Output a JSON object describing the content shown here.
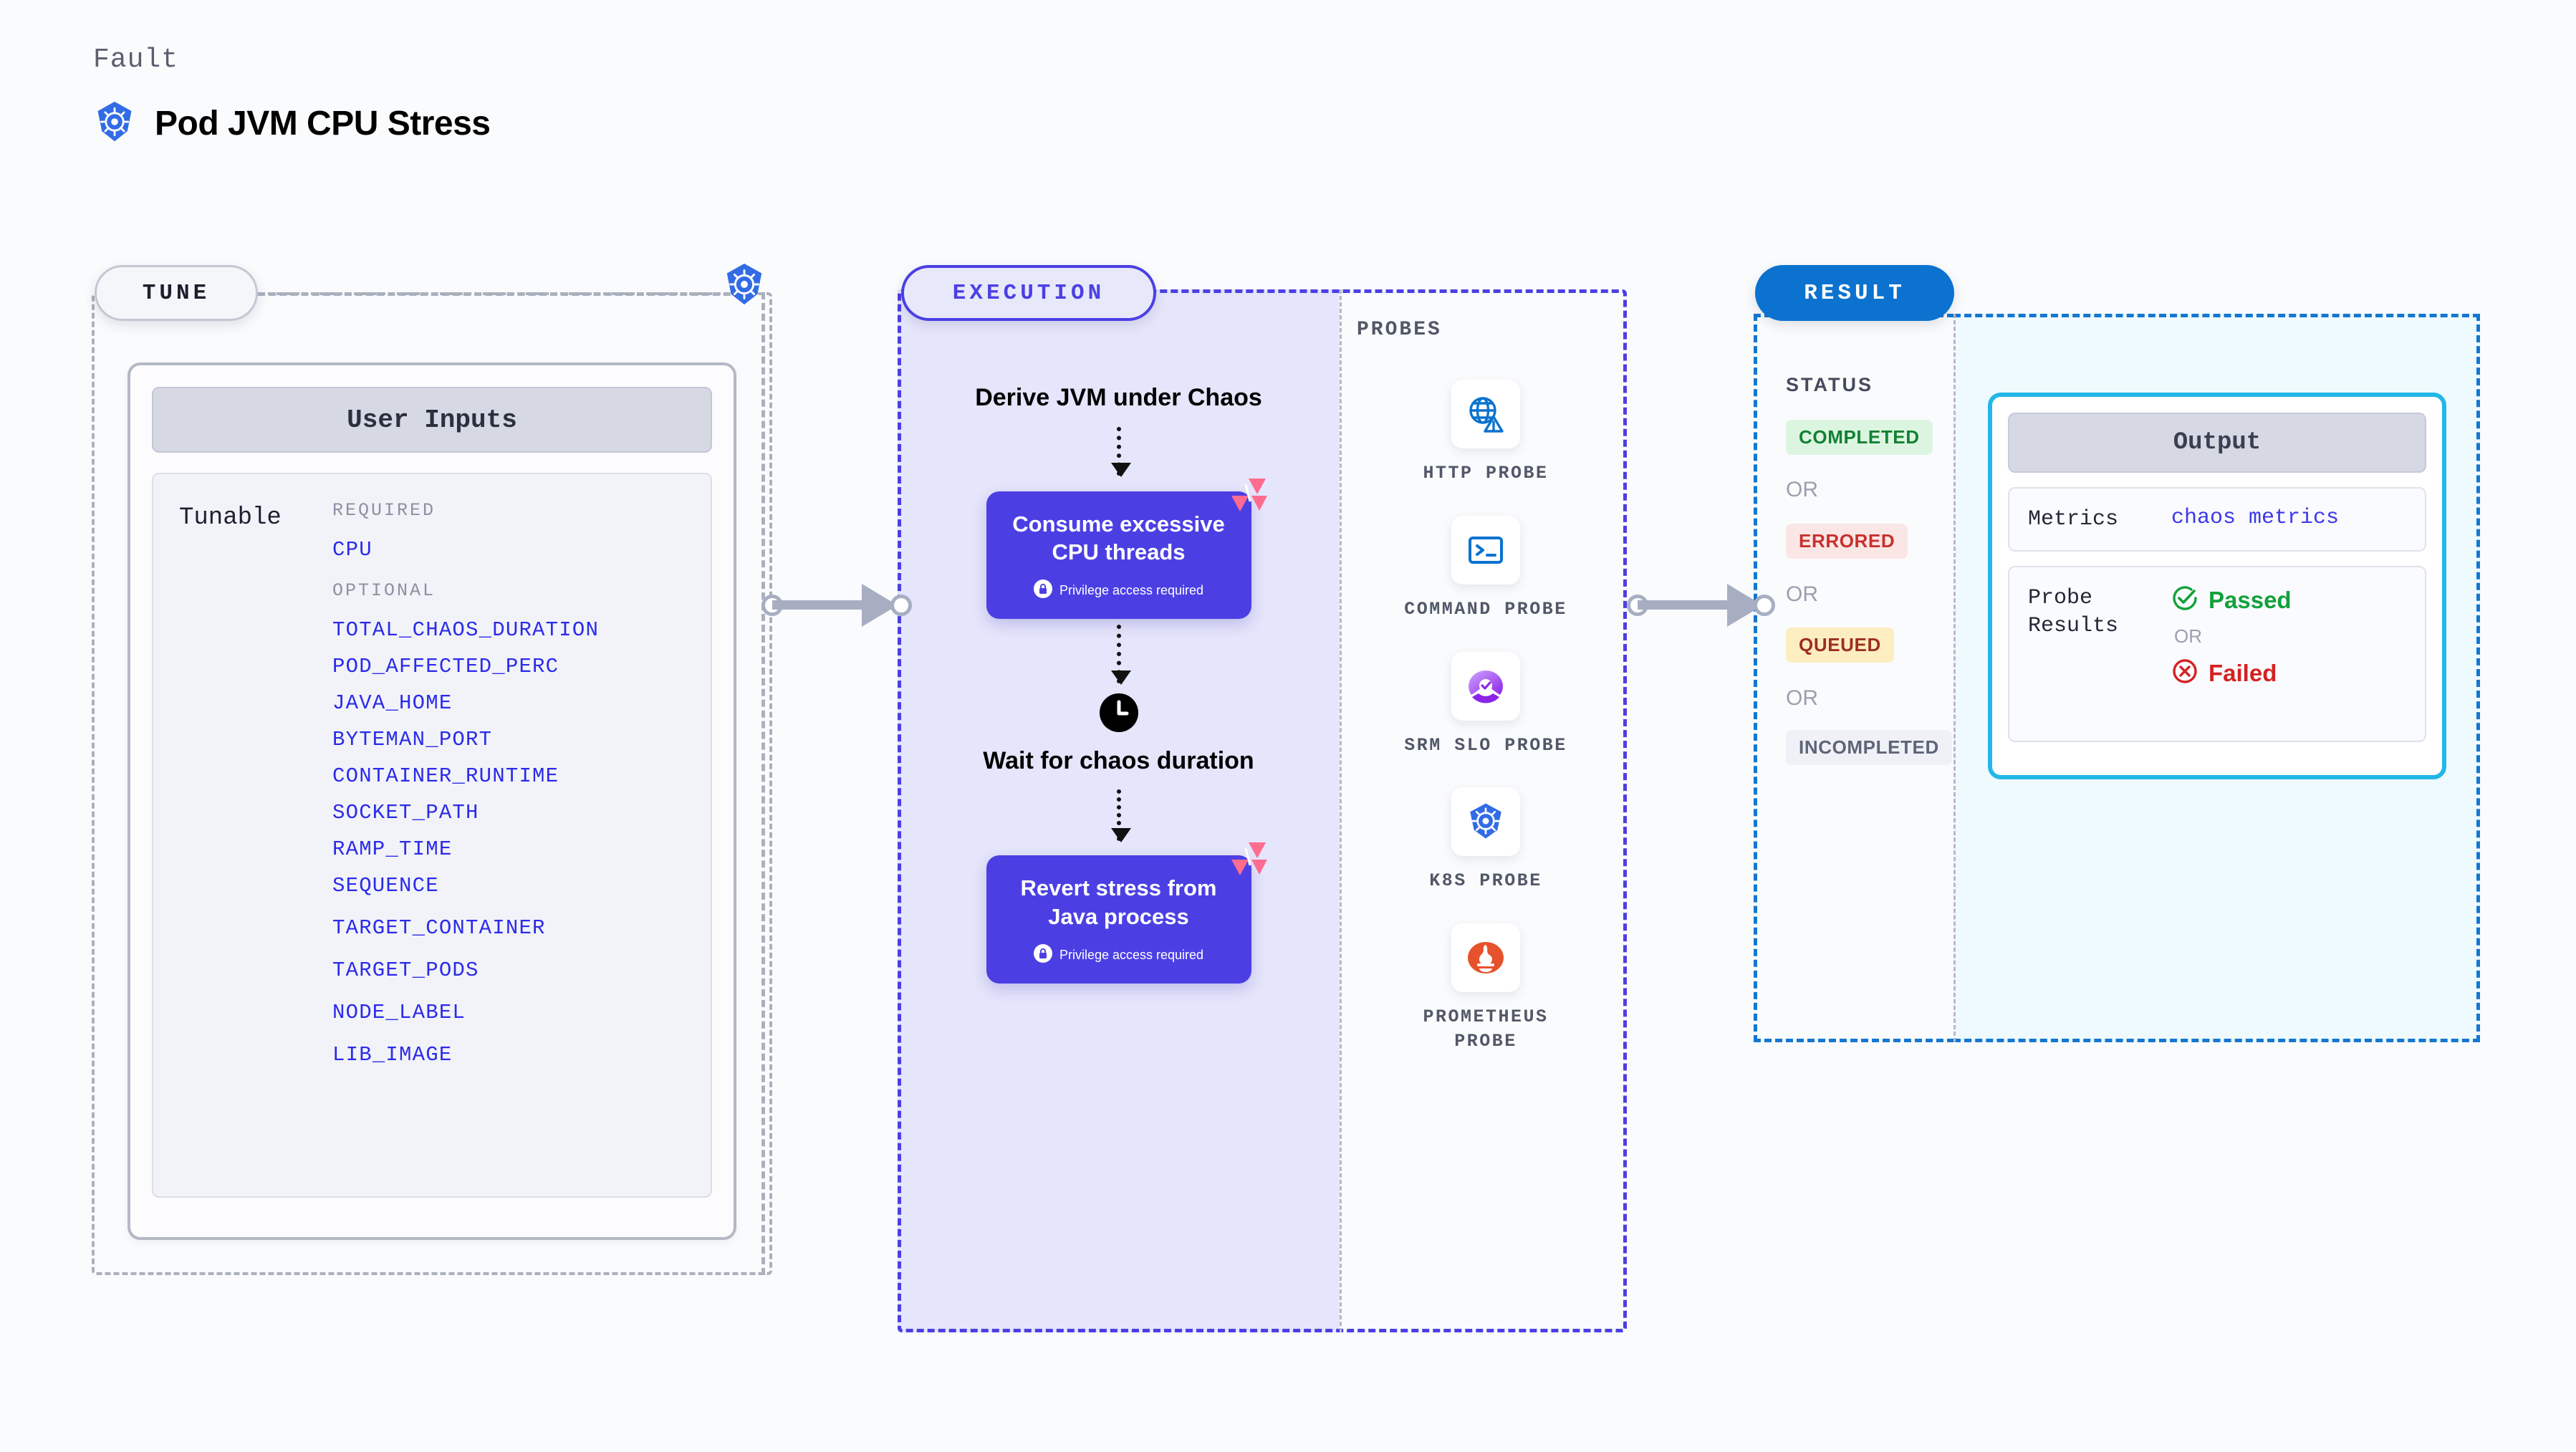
{
  "header": {
    "eyebrow": "Fault",
    "title": "Pod JVM CPU Stress",
    "icon": "kubernetes-icon"
  },
  "tune": {
    "pill_label": "TUNE",
    "card_title": "User Inputs",
    "tunable_label": "Tunable",
    "required_title": "REQUIRED",
    "optional_title": "OPTIONAL",
    "required": [
      "CPU"
    ],
    "optional": [
      "TOTAL_CHAOS_DURATION",
      "POD_AFFECTED_PERC",
      "JAVA_HOME",
      "BYTEMAN_PORT",
      "CONTAINER_RUNTIME",
      "SOCKET_PATH",
      "RAMP_TIME",
      "SEQUENCE",
      "TARGET_CONTAINER",
      "TARGET_PODS",
      "NODE_LABEL",
      "LIB_IMAGE"
    ]
  },
  "execution": {
    "pill_label": "EXECUTION",
    "steps": [
      {
        "type": "text",
        "label": "Derive JVM under Chaos"
      },
      {
        "type": "card",
        "label": "Consume excessive CPU threads",
        "privilege": "Privilege access required",
        "badge": "chaos-badge"
      },
      {
        "type": "clock",
        "label": "Wait for chaos duration"
      },
      {
        "type": "card",
        "label": "Revert stress from Java process",
        "privilege": "Privilege access required",
        "badge": "chaos-badge"
      }
    ]
  },
  "probes": {
    "label": "PROBES",
    "items": [
      {
        "name": "HTTP PROBE",
        "icon": "globe-warning-icon"
      },
      {
        "name": "COMMAND PROBE",
        "icon": "terminal-icon"
      },
      {
        "name": "SRM SLO PROBE",
        "icon": "srm-slo-icon"
      },
      {
        "name": "K8S PROBE",
        "icon": "kubernetes-icon"
      },
      {
        "name": "PROMETHEUS PROBE",
        "icon": "prometheus-icon"
      }
    ]
  },
  "result": {
    "pill_label": "RESULT",
    "status_label": "STATUS",
    "or_label": "OR",
    "statuses": [
      {
        "label": "COMPLETED",
        "bg": "#dcf5e1",
        "fg": "#138133"
      },
      {
        "label": "ERRORED",
        "bg": "#fbe6e6",
        "fg": "#c9302c"
      },
      {
        "label": "QUEUED",
        "bg": "#fdeec2",
        "fg": "#9e2f1c"
      },
      {
        "label": "INCOMPLETED",
        "bg": "#eff1f6",
        "fg": "#5e6578"
      }
    ],
    "output": {
      "title": "Output",
      "metrics_key": "Metrics",
      "metrics_value": "chaos metrics",
      "probe_key": "Probe Results",
      "passed": "Passed",
      "or": "OR",
      "failed": "Failed"
    }
  },
  "colors": {
    "accent_purple": "#4b3fe4",
    "accent_blue": "#0b72cf",
    "accent_cyan": "#23b7e8",
    "kube_blue": "#326ce5",
    "chaos_pink": "#ff6c8f",
    "link_blue": "#2b2bea"
  }
}
